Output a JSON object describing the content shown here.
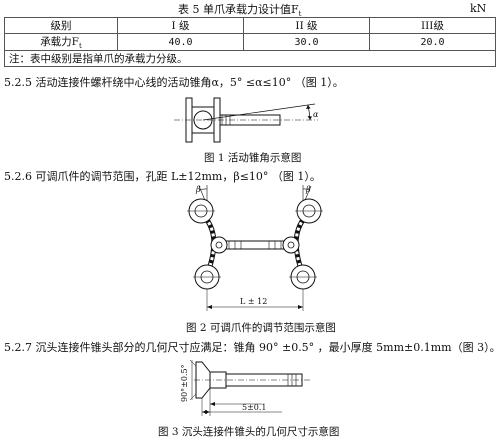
{
  "table": {
    "title": "表 5 单爪承载力设计值F",
    "title_sub": "t",
    "unit": "kN",
    "header": [
      "级别",
      "I 级",
      "II 级",
      "III级"
    ],
    "row_label": "承载力F",
    "row_label_sub": "t",
    "row_values": [
      "40.0",
      "30.0",
      "20.0"
    ],
    "note": "注：表中级别是指单爪的承载力分级。"
  },
  "section_525": {
    "text": "5.2.5 活动连接件螺杆绕中心线的活动锥角α，5° ≤α≤10° （图 1）。",
    "fig_label": "α",
    "caption": "图 1 活动锥角示意图"
  },
  "section_526": {
    "text": "5.2.6 可调爪件的调节范围，孔距 L±12mm，β≤10° （图 1）。",
    "fig_beta_left": "β",
    "fig_beta_right": "β",
    "fig_dim": "L ± 12",
    "caption": "图 2 可调爪件的调节范围示意图"
  },
  "section_527": {
    "text": "5.2.7 沉头连接件锥头部分的几何尺寸应满足：锥角 90° ±0.5° ，最小厚度 5mm±0.1mm（图 3）。",
    "fig_angle": "90°±0.5°",
    "fig_thickness": "5±0.1",
    "caption": "图 3 沉头连接件锥头的几何尺寸示意图"
  }
}
